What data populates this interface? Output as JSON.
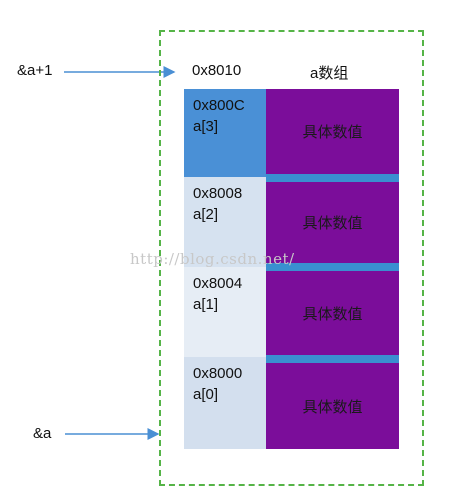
{
  "pointers": {
    "a_plus_1": "&a+1",
    "a": "&a"
  },
  "top_address": "0x8010",
  "array_title": "a数组",
  "cells": [
    {
      "address": "0x800C",
      "element": "a[3]",
      "value": "具体数值",
      "color": "#4a90d6"
    },
    {
      "address": "0x8008",
      "element": "a[2]",
      "value": "具体数值",
      "color": "#d6e2f0"
    },
    {
      "address": "0x8004",
      "element": "a[1]",
      "value": "具体数值",
      "color": "#e6edf5"
    },
    {
      "address": "0x8000",
      "element": "a[0]",
      "value": "具体数值",
      "color": "#d3dfee"
    }
  ],
  "watermark": "http://blog.csdn.net/",
  "colors": {
    "value_fill": "#7b0d9a",
    "separator": "#3a8fd0",
    "arrow": "#4a8fd4",
    "frame": "#55b447"
  }
}
